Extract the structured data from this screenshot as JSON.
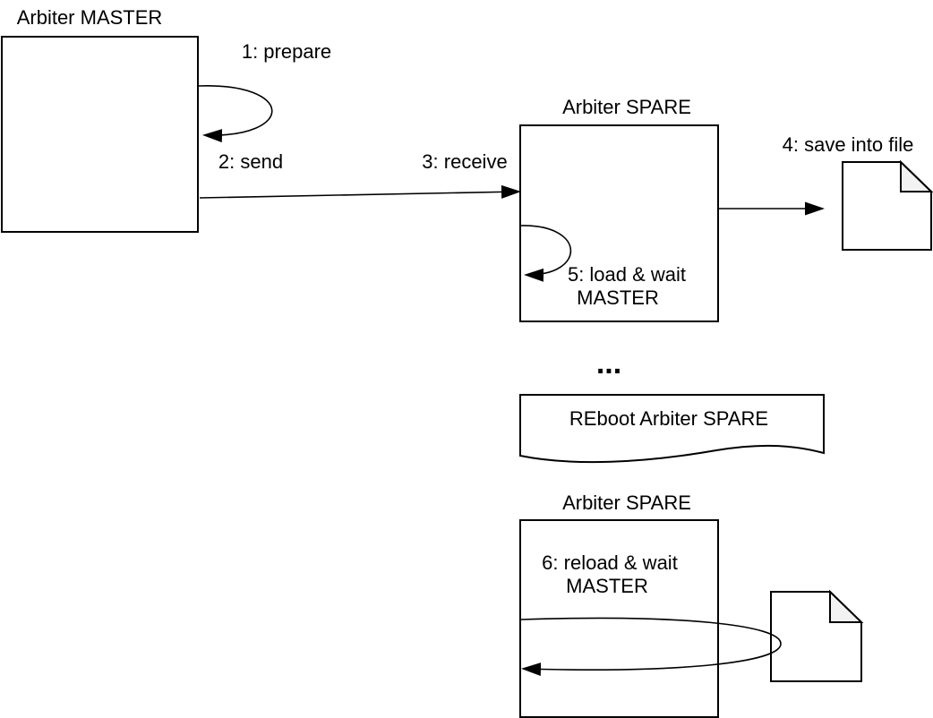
{
  "palette": {
    "background": "#ffffff",
    "stroke": "#000000",
    "shape_fill": "#ffffff",
    "fold_fill": "#f2f2f2",
    "text": "#000000"
  },
  "nodes": {
    "master": {
      "label": "Arbiter MASTER"
    },
    "spare_top": {
      "label": "Arbiter SPARE"
    },
    "spare_bottom": {
      "label": "Arbiter SPARE"
    },
    "reboot": {
      "label": "REboot Arbiter SPARE"
    }
  },
  "steps": {
    "prepare": "1: prepare",
    "send": "2: send",
    "receive": "3: receive",
    "save": "4: save into file",
    "load_line1": "5: load & wait",
    "load_line2": "MASTER",
    "reload_line1": "6: reload & wait",
    "reload_line2": "MASTER"
  },
  "ellipsis": "...",
  "icons": {
    "file_top": "document-icon",
    "file_bottom": "document-icon"
  }
}
